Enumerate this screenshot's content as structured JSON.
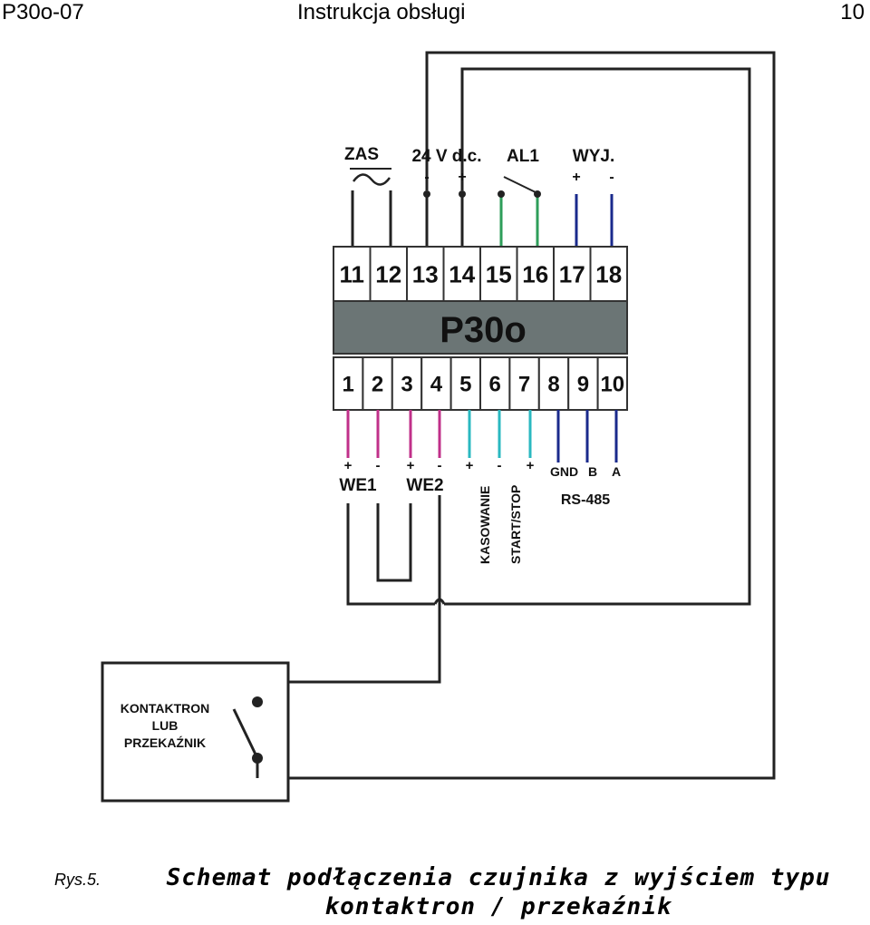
{
  "header": {
    "left": "P30o-07",
    "center": "Instrukcja obsługi",
    "right": "10"
  },
  "device": {
    "name": "P30o",
    "top_terminals": [
      "11",
      "12",
      "13",
      "14",
      "15",
      "16",
      "17",
      "18"
    ],
    "bottom_terminals": [
      "1",
      "2",
      "3",
      "4",
      "5",
      "6",
      "7",
      "8",
      "9",
      "10"
    ]
  },
  "labels": {
    "zas": "ZAS",
    "zas_symbol": "∼",
    "v24": "24 V d.c.",
    "v24_minus": "-",
    "v24_plus": "+",
    "al1": "AL1",
    "wyj": "WYJ.",
    "wyj_plus": "+",
    "wyj_minus": "-",
    "we1": "WE1",
    "we2": "WE2",
    "we1_plus": "+",
    "we1_minus": "-",
    "we2_plus": "+",
    "we2_minus": "-",
    "kas_plus": "+",
    "start_minus": "-",
    "start_plus": "+",
    "kasowanie": "KASOWANIE",
    "start_stop": "START/STOP",
    "gnd": "GND",
    "b": "B",
    "a": "A",
    "rs485": "RS-485",
    "relay_line1": "KONTAKTRON",
    "relay_line2": "LUB",
    "relay_line3": "PRZEKAŹNIK"
  },
  "wire_colors": {
    "black": "#222222",
    "green": "#2e9e5a",
    "navy": "#1a2a8c",
    "magenta": "#c0308a",
    "cyan": "#2ab8c0"
  },
  "caption": {
    "number": "Rys.5.",
    "line1": "Schemat podłączenia czujnika z wyjściem typu",
    "line2": "kontaktron / przekaźnik"
  }
}
